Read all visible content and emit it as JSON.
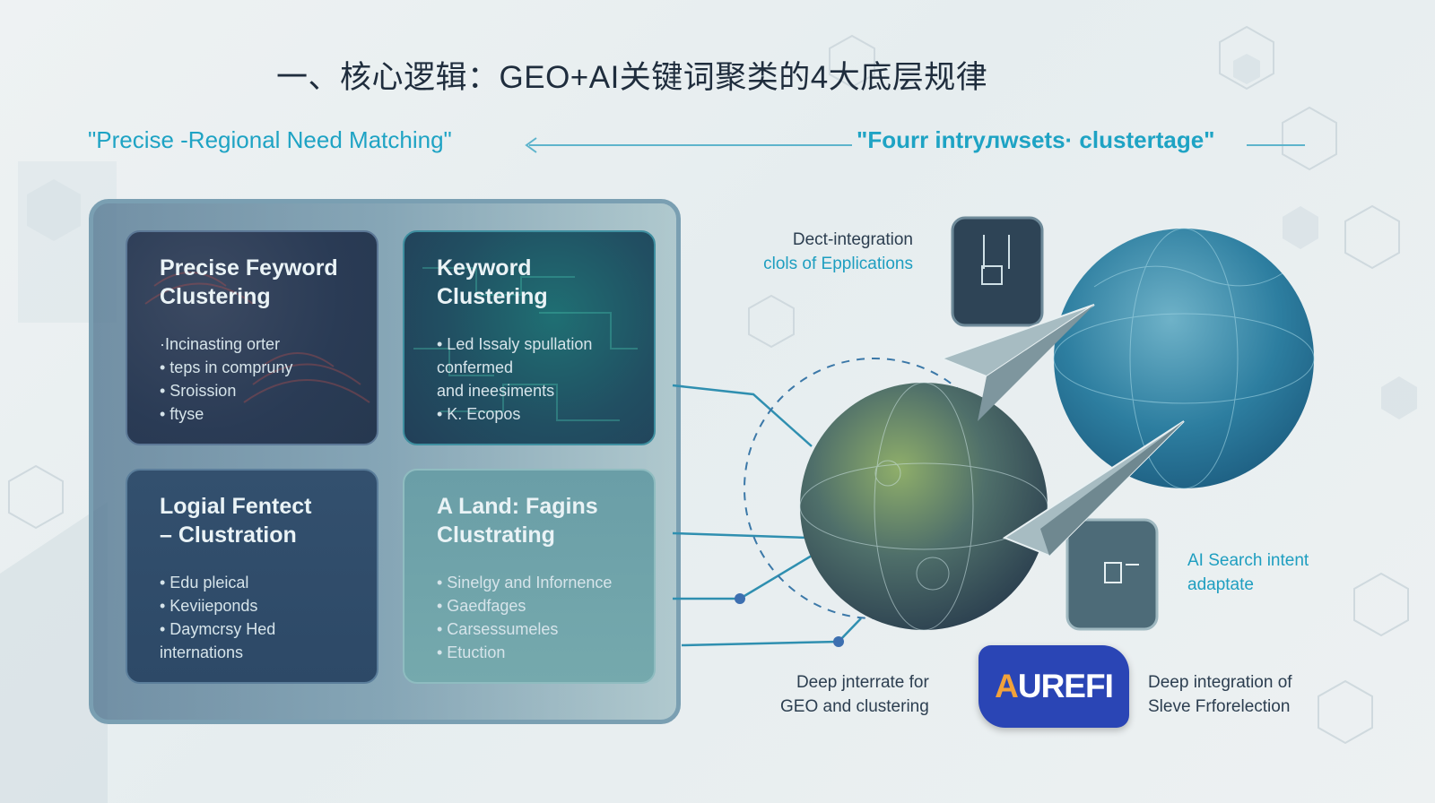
{
  "title": "一、核心逻辑：GEO+AI关键词聚类的4大底层规律",
  "banner": {
    "left": "\"Precise -Regional Need Matching\"",
    "right": "\"Fourr intryлwsets· clustertage\""
  },
  "cards": [
    {
      "title_line1": "Precise Feyword",
      "title_line2": "Clustering",
      "items": [
        "·Incinasting orter",
        "• teps in compruny",
        "• Sroission",
        "• ftyse"
      ]
    },
    {
      "title_line1": "Keyword",
      "title_line2": "Clustering",
      "items": [
        "• Led Issaly spullation",
        "confermed",
        "and ineesiments",
        "• K. Ecopos"
      ]
    },
    {
      "title_line1": "Logial Fentect",
      "title_line2": "– Clustration",
      "items": [
        "• Edu pleical",
        "• Keviieponds",
        "• Daymcrsy Hed",
        "internations"
      ]
    },
    {
      "title_line1": "A Land: Fagins",
      "title_line2": "Clustrating",
      "items": [
        "• Sinelgy and Infornence",
        "• Gaedfages",
        "• Carsessumeles",
        "• Etuction"
      ]
    }
  ],
  "labels": {
    "dect_line1": "Dect-integration",
    "dect_line2": "clols of Epplications",
    "ai_line1": "AI Search intent",
    "ai_line2": "adaptate",
    "deep1_line1": "Deep jnterrate for",
    "deep1_line2": "GEO and clustering",
    "deep2_line1": "Deep integration of",
    "deep2_line2": "Sleve Frforelection"
  },
  "logo": {
    "prefix": "A",
    "text": "UREFI"
  },
  "colors": {
    "accent_teal": "#1ea3c4",
    "title_dark": "#1f2d3d",
    "logo_blue": "#2a45b5"
  },
  "icons": [
    "globe-icon",
    "document-icon",
    "paper-plane-icon"
  ]
}
